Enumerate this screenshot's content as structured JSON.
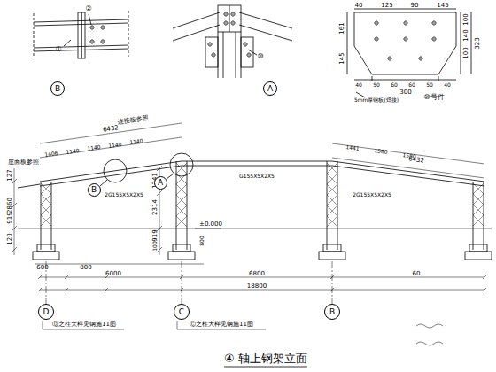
{
  "diagram": {
    "title": "④ 轴上钢架立面",
    "nodes": [
      {
        "text": [
          "B"
        ]
      },
      {
        "text": [
          "A"
        ]
      },
      {
        "text": [
          "B"
        ]
      },
      {
        "text": [
          "A"
        ]
      },
      {
        "text": [
          "D"
        ]
      },
      {
        "text": [
          "C"
        ]
      },
      {
        "text": [
          "B"
        ]
      }
    ],
    "labels": [
      "40",
      "125",
      "90",
      "145",
      "100",
      "140",
      "100",
      "323",
      "161",
      "145",
      "40",
      "50",
      "60",
      "60",
      "50",
      "40",
      "300",
      "⑩号件",
      "5mm厚钢板(焊接)",
      "⑩",
      "②",
      "①",
      "连接板参照",
      "屋面板参照",
      "6432",
      "1406",
      "1140",
      "1140",
      "1140",
      "1140",
      "1441",
      "1580",
      "1580",
      "6432",
      "127",
      "2860",
      "919",
      "120",
      "1241",
      "2314",
      "919",
      "100",
      "2G155X5X2X5",
      "G155X5X2X5",
      "2G155X5X2X5",
      "±0.000",
      "800",
      "600",
      "800",
      "6000",
      "6800",
      "60",
      "18800",
      "Ⓓ之柱大样见钢施11图",
      "Ⓒ之柱大样见钢施11图"
    ]
  }
}
